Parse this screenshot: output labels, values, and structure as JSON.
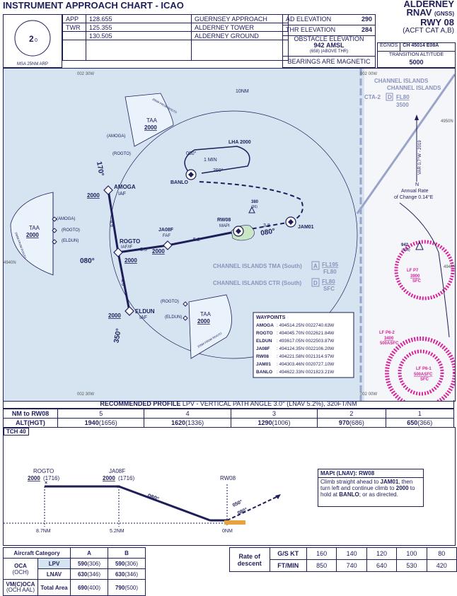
{
  "header": {
    "title": "INSTRUMENT APPROACH CHART - ICAO",
    "aerodrome": "ALDERNEY",
    "procedure": "RNAV",
    "procedure_sub": "(GNSS)",
    "runway": "RWY 08",
    "category": "(ACFT CAT A,B)"
  },
  "msa": {
    "value": "2",
    "suffix": "0",
    "label": "MSA 25NM ARP"
  },
  "comms": [
    {
      "type": "APP",
      "freq": "128.655",
      "name": "GUERNSEY APPROACH"
    },
    {
      "type": "TWR",
      "freq": "125.355",
      "name": "ALDERNEY TOWER"
    },
    {
      "type": "",
      "freq": "130.505",
      "name": "ALDERNEY GROUND"
    }
  ],
  "elevations": {
    "ad_label": "AD ELEVATION",
    "ad_value": "290",
    "thr_label": "THR ELEVATION",
    "thr_value": "284",
    "obst_label": "OBSTACLE ELEVATION",
    "obst_value": "942",
    "obst_unit": "AMSL",
    "obst_sub": "(658)",
    "obst_sub2": "(ABOVE THR)",
    "bearings": "BEARINGS ARE MAGNETIC"
  },
  "egnos": {
    "label": "EGNOS",
    "value": "CH 45014 E08A"
  },
  "transition": {
    "label": "TRANSITION ALTITUDE",
    "value": "5000"
  },
  "plan": {
    "lon_left": "002 30W",
    "lon_right": "002 00W",
    "lat_top": "4950N",
    "lat_mid": "4940N",
    "ring": "10NM",
    "channel_islands": "CHANNEL ISLANDS",
    "cta": "CTA-2",
    "cta_class": "D",
    "cta_fl": "FL80",
    "cta_alt": "3500",
    "tma": "CHANNEL ISLANDS TMA (South)",
    "tma_class": "A",
    "tma_upper": "FL195",
    "tma_lower": "FL80",
    "ctr": "CHANNEL ISLANDS CTR (South)",
    "ctr_class": "D",
    "ctr_upper": "FL80",
    "ctr_lower": "SFC",
    "var": "VAR 0.7°W - 2019",
    "annual_label": "Annual Rate",
    "annual_value": "of Change 0.14°E",
    "north": "N",
    "taa_top": "TAA",
    "taa_top_alt": "2000",
    "taa_top_arc": "25NM FROM ROGTO",
    "taa_left": "TAA",
    "taa_left_alt": "2000",
    "taa_left_arc": "25NM FROM ROGTO",
    "taa_bottom": "TAA",
    "taa_bottom_alt": "2000",
    "taa_bottom_arc": "25NM FROM ROGTO",
    "lha": "LHA 2000",
    "hold_in": "080°",
    "hold_out": "260°",
    "hold_time": "1 MIN",
    "amoga": "AMOGA",
    "amoga_iaf": "IAF",
    "rogto": "ROGTO",
    "rogto_role": "IAF/IF",
    "eldun": "ELDUN",
    "eldun_iaf": "IAF",
    "ja08f": "JA08F",
    "ja08f_role": "FAF",
    "rw08": "RW08",
    "rw08_role": "MAPI",
    "jam01": "JAM01",
    "banlo": "BANLO",
    "obst1": "380",
    "obst1_sub": "(96)",
    "obst2": "942",
    "obst2_sub": "(658)",
    "crs_170": "170°",
    "crs_080": "080°",
    "crs_080b": "080°",
    "crs_350": "350°",
    "dist_46a": "4.6",
    "dist_46b": "4.6",
    "dist_35": "3.5",
    "dist_52": "5.2",
    "dist_38": "3.8",
    "alt_2000": "2000",
    "alt_2000b": "2000",
    "alt_2000c": "2000",
    "alt_2000d": "2000",
    "paren_amoga": "(AMOGA)",
    "paren_rogto": "(ROGTO)",
    "paren_eldun": "(ELDUN)",
    "paren_amoga2": "(AMOGA)",
    "paren_rogto2": "(ROGTO)",
    "paren_rogto3": "(ROGTO)",
    "paren_eldun2": "(ELDUN)",
    "lfp7": "LF P7",
    "lfp7_alt": "3900",
    "lfp7_sfc": "SFC",
    "lfp62": "LF P6-2",
    "lfp62_alt": "3400",
    "lfp62_sfc": "500ASFC",
    "lfp61": "LF P6-1",
    "lfp61_alt": "500ASFC",
    "lfp61_sfc": "SFC"
  },
  "waypoints": {
    "title": "WAYPOINTS",
    "items": [
      {
        "name": "AMOGA",
        "coord": ": 494514.25N 0022740.63W"
      },
      {
        "name": "ROGTO",
        "coord": ": 494045.70N 0022621.84W"
      },
      {
        "name": "ELDUN",
        "coord": ": 493617.05N 0022503.87W"
      },
      {
        "name": "JA08F",
        "coord": ": 494124.35N 0022106.20W"
      },
      {
        "name": "RW08",
        "coord": ": 494221.58N 0021314.97W"
      },
      {
        "name": "JAM01",
        "coord": ": 494303.46N 0020727.10W"
      },
      {
        "name": "BANLO",
        "coord": ": 494622.33N 0021823.21W"
      }
    ]
  },
  "profile": {
    "banner_bold": "RECOMMENDED PROFILE",
    "banner_rest": "LPV - VERTICAL PATH ANGLE 3.0° (LNAV 5.2%), 320FT/NM",
    "nm_label": "NM to RW08",
    "nm": [
      "5",
      "4",
      "3",
      "2",
      "1"
    ],
    "alt_label": "ALT(HGT)",
    "alt": [
      {
        "v": "1940",
        "h": "(1656)"
      },
      {
        "v": "1620",
        "h": "(1336)"
      },
      {
        "v": "1290",
        "h": "(1006)"
      },
      {
        "v": "970",
        "h": "(686)"
      },
      {
        "v": "650",
        "h": "(366)"
      }
    ],
    "tch": "TCH 40",
    "rogto": "ROGTO",
    "rogto_alt": "2000",
    "rogto_hgt": "(1716)",
    "ja08f": "JA08F",
    "ja08f_alt": "2000",
    "ja08f_hgt": "(1716)",
    "rw08": "RW08",
    "crs": "080°",
    "crs_ma": "050°",
    "crs_ma2": "080°",
    "d1": "8.7NM",
    "d2": "5.2NM",
    "d3": "0NM"
  },
  "mapt": {
    "title": "MAPt (LNAV): RW08",
    "text1": "Climb straight ahead to",
    "b1": "JAM01",
    "text2": "then turn left and continue climb to",
    "b2": "2000",
    "text3": "to hold at",
    "b3": "BANLO",
    "text4": "; or as directed."
  },
  "minima": {
    "cat_label": "Aircraft Category",
    "cat_a": "A",
    "cat_b": "B",
    "oca": "OCA",
    "och": "(OCH)",
    "lpv": "LPV",
    "lpv_a": "590",
    "lpv_a_h": "(306)",
    "lpv_b": "590",
    "lpv_b_h": "(306)",
    "lnav": "LNAV",
    "lnav_a": "630",
    "lnav_a_h": "(346)",
    "lnav_b": "630",
    "lnav_b_h": "(346)",
    "vm": "VM(C)OCA",
    "vm_sub": "(OCH AAL)",
    "total": "Total Area",
    "tot_a": "690",
    "tot_a_h": "(400)",
    "tot_b": "790",
    "tot_b_h": "(500)"
  },
  "descent": {
    "label1": "Rate of",
    "label2": "descent",
    "gs": "G/S KT",
    "fpm": "FT/MIN",
    "gs_values": [
      "160",
      "140",
      "120",
      "100",
      "80"
    ],
    "fpm_values": [
      "850",
      "740",
      "640",
      "530",
      "420"
    ]
  }
}
